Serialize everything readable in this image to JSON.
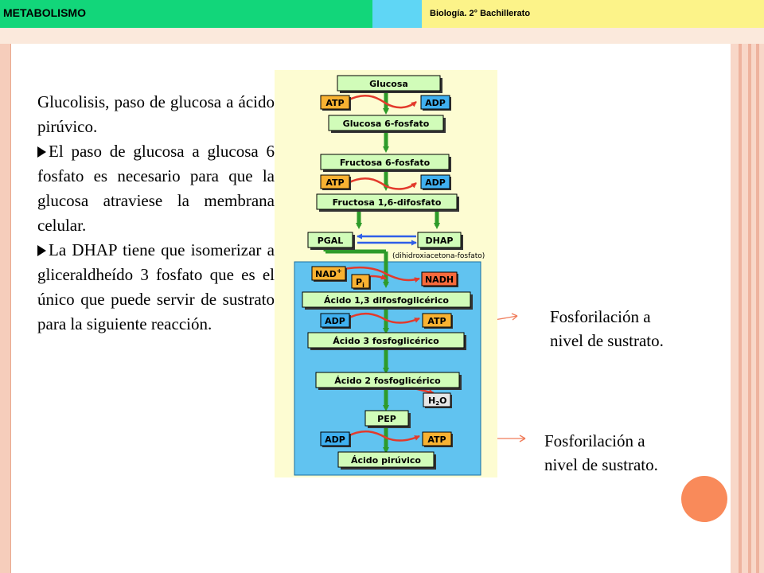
{
  "header": {
    "title": "METABOLISMO",
    "course": "Biología. 2° Bachillerato"
  },
  "text": {
    "intro": "Glucolisis, paso de glucosa a ácido pirúvico.",
    "bullet1": "El paso de glucosa a glucosa 6 fosfato es necesario para que la glucosa atraviese la membrana celular.",
    "bullet2": "La DHAP tiene que isomerizar a gliceraldheído 3 fosfato que es el único que puede servir de sustrato para la siguiente reacción."
  },
  "notes": {
    "note1_line1": "Fosforilación a",
    "note1_line2": "nivel de sustrato.",
    "note2_line1": "Fosforilación a",
    "note2_line2": "nivel de sustrato."
  },
  "diagram": {
    "glucosa": "Glucosa",
    "atp1": "ATP",
    "adp1": "ADP",
    "g6p": "Glucosa 6-fosfato",
    "f6p": "Fructosa 6-fosfato",
    "atp2": "ATP",
    "adp2": "ADP",
    "f16": "Fructosa 1,6-difosfato",
    "pgal": "PGAL",
    "dhap": "DHAP",
    "dhap_full": "(dihidroxiacetona-fosfato)",
    "nad": "NAD",
    "nad_sup": "+",
    "pi": "P",
    "pi_sub": "i",
    "nadh": "NADH",
    "a13": "Ácido 1,3 difosfoglicérico",
    "adp3": "ADP",
    "atp3": "ATP",
    "a3": "Ácido 3 fosfoglicérico",
    "a2": "Ácido 2 fosfoglicérico",
    "h2o_h": "H",
    "h2o_2": "2",
    "h2o_o": "O",
    "pep": "PEP",
    "adp4": "ADP",
    "atp4": "ATP",
    "piruvico": "Ácido pirúvico"
  },
  "colors": {
    "header_green": "#12d67a",
    "header_blue": "#5fd6f5",
    "header_yellow": "#fcf389",
    "diagram_bg": "#fdfcd2",
    "inner_box": "#61c3f0",
    "step_box": "#d1fcb9",
    "atp_box": "#f8b232",
    "adp_box": "#3fb0f0",
    "nadh_box": "#f66a3c",
    "main_arrow": "#2e9b2a",
    "red_arrow": "#e33a2c",
    "blue_arrow": "#2f5fe8",
    "note_arrow": "#f07c5a"
  }
}
